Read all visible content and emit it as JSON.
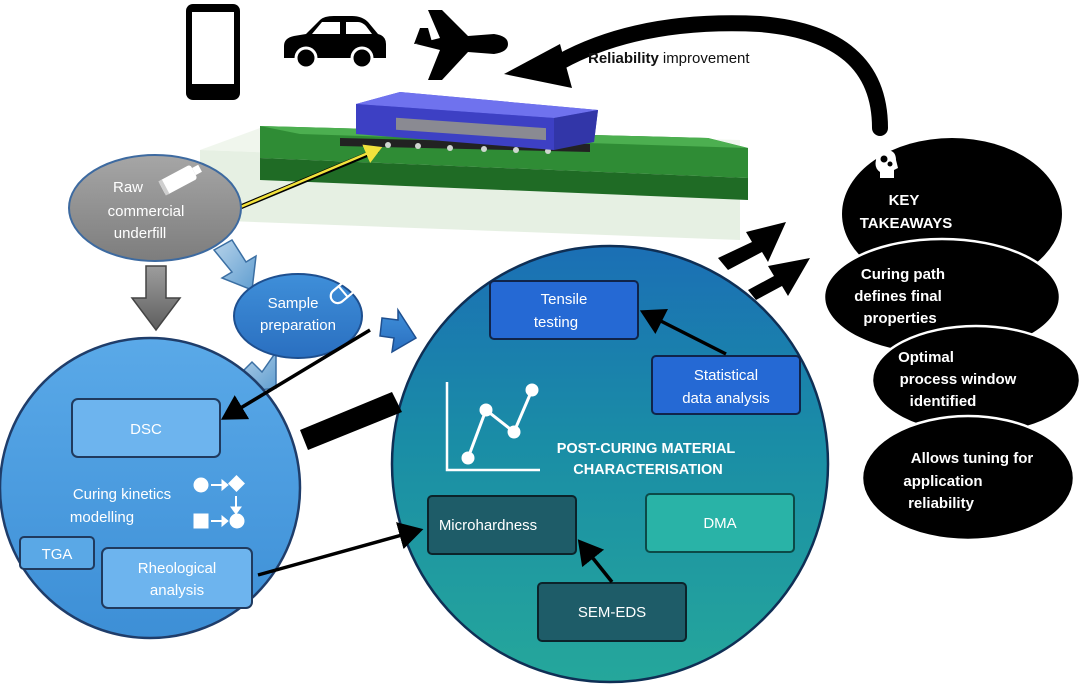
{
  "devices": {
    "phone_icon": "smartphone-icon",
    "car_icon": "car-icon",
    "plane_icon": "airplane-icon"
  },
  "feedback": {
    "bold": "Reliability",
    "rest": "improvement"
  },
  "raw": {
    "line1": "Raw",
    "line2": "commercial",
    "line3": "underfill"
  },
  "sample": {
    "line1": "Sample",
    "line2": "preparation"
  },
  "curing": {
    "dsc": "DSC",
    "kinetics1": "Curing kinetics",
    "kinetics2": "modelling",
    "tga": "TGA",
    "rheo1": "Rheological",
    "rheo2": "analysis"
  },
  "post": {
    "tensile1": "Tensile",
    "tensile2": "testing",
    "stat1": "Statistical",
    "stat2": "data analysis",
    "title1": "POST-CURING MATERIAL",
    "title2": "CHARACTERISATION",
    "micro": "Microhardness",
    "dma": "DMA",
    "sem": "SEM-EDS"
  },
  "takeaways": {
    "title1": "KEY",
    "title2": "TAKEAWAYS",
    "items": [
      {
        "l1": "Curing path",
        "l2": "defines final",
        "l3": "properties"
      },
      {
        "l1": "Optimal",
        "l2": "process window",
        "l3": "identified"
      },
      {
        "l1": "Allows tuning for",
        "l2": "application",
        "l3": "reliability"
      }
    ]
  },
  "colors": {
    "blue_circle": "#5aa8e6",
    "teal_circle": "#1e8ea0",
    "dark_box": "#1f5f6b",
    "pcb_green": "#3a9a3a",
    "chip_blue": "#5b5fe0",
    "takeaway_bg": "#000000"
  }
}
